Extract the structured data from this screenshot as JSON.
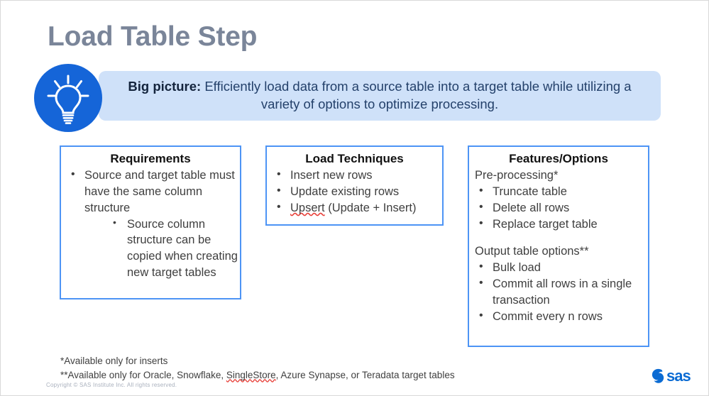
{
  "slide": {
    "title": "Load Table Step",
    "banner": {
      "icon": "lightbulb-icon",
      "lead": "Big picture:",
      "body": " Efficiently load data from a source table into a target table while utilizing a variety of options to optimize processing.",
      "bg_color": "#cfe1f9",
      "icon_bg_color": "#1565d8"
    },
    "boxes": [
      {
        "id": "requirements",
        "title": "Requirements",
        "border_color": "#4d94f5",
        "items": [
          {
            "level": 1,
            "text": "Source and target table must have the same column structure"
          },
          {
            "level": 2,
            "text": "Source column structure can be copied when creating new target tables"
          }
        ]
      },
      {
        "id": "load-techniques",
        "title": "Load Techniques",
        "border_color": "#4d94f5",
        "items": [
          {
            "level": 1,
            "text": "Insert new rows"
          },
          {
            "level": 1,
            "text": "Update existing rows"
          },
          {
            "level": 1,
            "text": "Upsert (Update + Insert)",
            "misspelled": "Upsert"
          }
        ]
      },
      {
        "id": "features-options",
        "title": "Features/Options",
        "border_color": "#4d94f5",
        "groups": [
          {
            "heading": "Pre-processing*",
            "items": [
              {
                "level": 1,
                "text": "Truncate table"
              },
              {
                "level": 1,
                "text": "Delete all rows"
              },
              {
                "level": 1,
                "text": "Replace target table"
              }
            ]
          },
          {
            "heading": "Output table options**",
            "items": [
              {
                "level": 1,
                "text": "Bulk load"
              },
              {
                "level": 1,
                "text": "Commit all rows in a single transaction"
              },
              {
                "level": 1,
                "text": "Commit every n rows"
              }
            ]
          }
        ]
      }
    ],
    "footnotes": [
      "*Available only for inserts",
      "**Available only for Oracle, Snowflake, SingleStore, Azure Synapse, or Teradata target tables"
    ],
    "footnote2_parts": {
      "before": "**Available only for Oracle, Snowflake, ",
      "misspelled": "SingleStore",
      "after": ", Azure Synapse, or Teradata target tables"
    },
    "copyright": "Copyright © SAS Institute Inc. All rights reserved.",
    "logo": {
      "mark": "sas-swirl-icon",
      "word": "sas",
      "color": "#0b6bd3"
    }
  }
}
